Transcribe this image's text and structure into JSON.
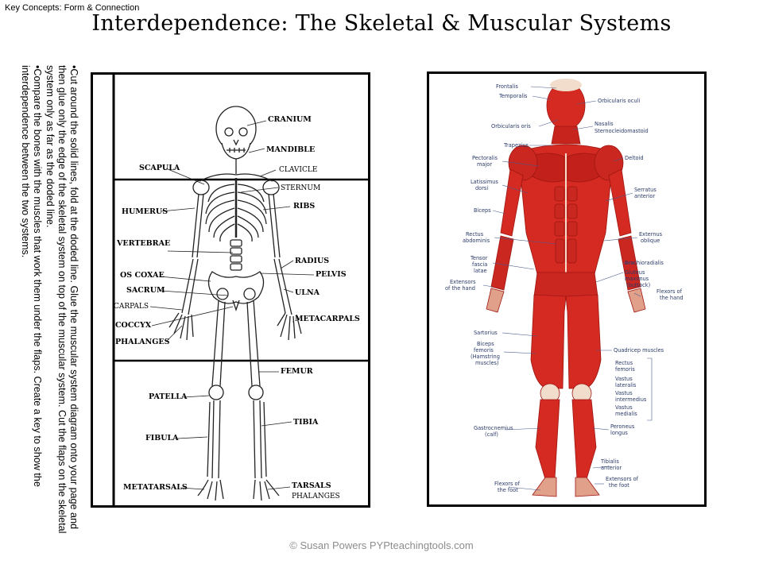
{
  "header": {
    "key_concepts": "Key Concepts: Form & Connection",
    "title": "Interdependence: The Skeletal & Muscular Systems"
  },
  "instructions": {
    "line1": "•Cut around the solid lines, fold at the doded line. Glue the muscular system diagram onto your page and then glue only the edge of the skeletal system on top of the muscular system. Cut the flaps on the skeletal system only as far as the doded line.",
    "line2": "•Compare the bones with the muscles that work them under the flaps. Create a key to show the interdependence between the two systems."
  },
  "skeleton": {
    "labels": {
      "cranium": "CRANIUM",
      "mandible": "MANDIBLE",
      "scapula": "SCAPULA",
      "clavicle": "CLAVICLE",
      "sternum": "STERNUM",
      "humerus": "HUMERUS",
      "ribs": "RIBS",
      "vertebrae": "VERTEBRAE",
      "radius": "RADIUS",
      "os_coxae": "OS COXAE",
      "pelvis": "PELVIS",
      "sacrum": "SACRUM",
      "ulna": "ULNA",
      "carpals": "CARPALS",
      "metacarpals": "METACARPALS",
      "coccyx": "COCCYX",
      "phalanges": "PHALANGES",
      "femur": "FEMUR",
      "patella": "PATELLA",
      "tibia": "TIBIA",
      "fibula": "FIBULA",
      "metatarsals": "METATARSALS",
      "tarsals": "TARSALS",
      "phalanges_foot": "PHALANGES"
    }
  },
  "muscles": {
    "labels": {
      "frontalis": "Frontalis",
      "temporalis": "Temporalis",
      "orbicularis_oculi": "Orbicularis oculi",
      "orbicularis_oris": "Orbicularis oris",
      "nasalis": "Nasalis",
      "sternocleidomastoid": "Sternocleidomastoid",
      "trapezius": "Trapezius",
      "pectoralis_1": "Pectoralis",
      "pectoralis_2": "major",
      "deltoid": "Deltoid",
      "latissimus_1": "Latissimus",
      "latissimus_2": "dorsi",
      "serratus_1": "Serratus",
      "serratus_2": "anterior",
      "biceps": "Biceps",
      "rectus_abd_1": "Rectus",
      "rectus_abd_2": "abdominis",
      "externus_1": "Externus",
      "externus_2": "oblique",
      "tensor_1": "Tensor",
      "tensor_2": "fascia",
      "tensor_3": "latae",
      "brachioradialis": "Brachioradialis",
      "gluteus_1": "Gluteus",
      "gluteus_2": "maximus",
      "gluteus_3": "(buttock)",
      "ext_hand_1": "Extensors",
      "ext_hand_2": "of the hand",
      "flex_hand_1": "Flexors of",
      "flex_hand_2": "the hand",
      "sartorius": "Sartorius",
      "biceps_fem_1": "Biceps",
      "biceps_fem_2": "femoris",
      "biceps_fem_3": "(Hamstring",
      "biceps_fem_4": "muscles)",
      "quadricep": "Quadricep muscles",
      "rectus_fem_1": "Rectus",
      "rectus_fem_2": "femoris",
      "vastus_lat_1": "Vastus",
      "vastus_lat_2": "lateralis",
      "vastus_int_1": "Vastus",
      "vastus_int_2": "intermedius",
      "vastus_med_1": "Vastus",
      "vastus_med_2": "medialis",
      "gastrocnemius_1": "Gastrocnemius",
      "gastrocnemius_2": "(calf)",
      "peroneus_1": "Peroneus",
      "peroneus_2": "longus",
      "tibialis_1": "Tibialis",
      "tibialis_2": "anterior",
      "ext_foot_1": "Extensors of",
      "ext_foot_2": "the foot",
      "flex_foot_1": "Flexors of",
      "flex_foot_2": "the foot"
    }
  },
  "footer": {
    "copyright": "© Susan Powers PYPteachingtools.com"
  },
  "colors": {
    "muscle_red": "#d42a22",
    "muscle_dark": "#9e1611",
    "tendon": "#f2dccb",
    "label_blue": "#2a3a6a"
  }
}
